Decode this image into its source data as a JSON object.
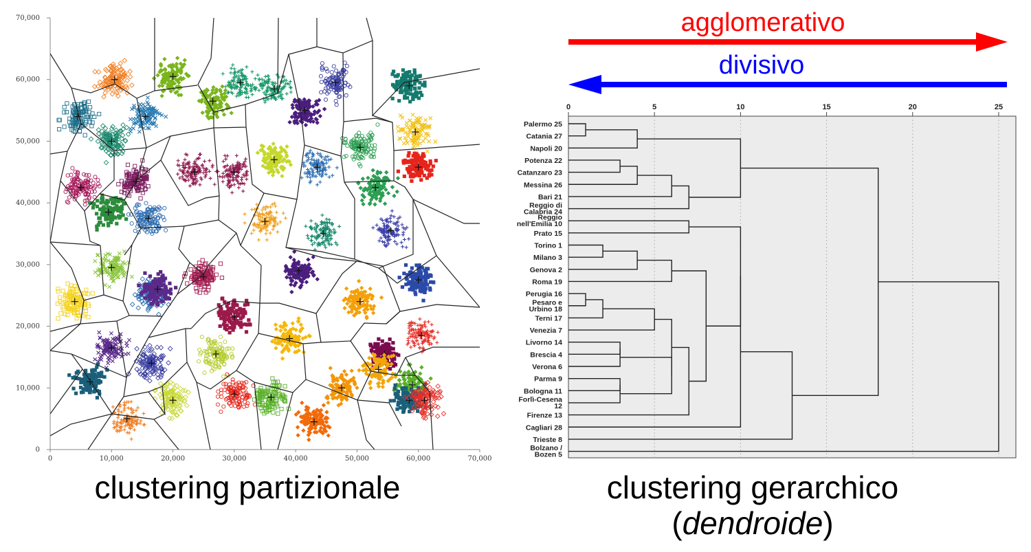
{
  "captions": {
    "left": "clustering partizionale",
    "right_line1": "clustering gerarchico",
    "right_paren_open": "(",
    "right_italic": "dendroide",
    "right_paren_close": ")"
  },
  "arrows": {
    "agglomerative_label": "agglomerativo",
    "agglomerative_color": "#ff0000",
    "divisive_label": "divisivo",
    "divisive_color": "#0000ff"
  },
  "scatter": {
    "x_ticks": [
      "0",
      "10,000",
      "20,000",
      "30,000",
      "40,000",
      "50,000",
      "60,000",
      "70,000"
    ],
    "y_ticks": [
      "0",
      "10,000",
      "20,000",
      "30,000",
      "40,000",
      "50,000",
      "60,000",
      "70,000"
    ],
    "x_range": [
      0,
      70000
    ],
    "y_range": [
      0,
      70000
    ],
    "clusters": [
      {
        "x": 10500,
        "y": 60000,
        "color": "#f07f24",
        "marker": "diamond-open"
      },
      {
        "x": 20000,
        "y": 60500,
        "color": "#7ab51d",
        "marker": "diamond"
      },
      {
        "x": 26500,
        "y": 56500,
        "color": "#7ab51d",
        "marker": "diamond"
      },
      {
        "x": 31000,
        "y": 59500,
        "color": "#1a9a6c",
        "marker": "plus"
      },
      {
        "x": 36500,
        "y": 58500,
        "color": "#1a9a6c",
        "marker": "plus"
      },
      {
        "x": 41500,
        "y": 55000,
        "color": "#4b1e7e",
        "marker": "diamond"
      },
      {
        "x": 46500,
        "y": 59500,
        "color": "#3a3fa0",
        "marker": "circle-open"
      },
      {
        "x": 58500,
        "y": 59000,
        "color": "#157a6e",
        "marker": "square"
      },
      {
        "x": 4500,
        "y": 54000,
        "color": "#1f6f8b",
        "marker": "square-open"
      },
      {
        "x": 10000,
        "y": 50000,
        "color": "#1f8a70",
        "marker": "diamond-open"
      },
      {
        "x": 15500,
        "y": 54000,
        "color": "#2a7ab0",
        "marker": "cross"
      },
      {
        "x": 36500,
        "y": 47000,
        "color": "#c5d82a",
        "marker": "diamond"
      },
      {
        "x": 43500,
        "y": 45800,
        "color": "#2f6fb3",
        "marker": "plus"
      },
      {
        "x": 50500,
        "y": 49000,
        "color": "#2e9e54",
        "marker": "circle-open"
      },
      {
        "x": 53000,
        "y": 42500,
        "color": "#2e9e54",
        "marker": "diamond"
      },
      {
        "x": 59500,
        "y": 51500,
        "color": "#f2c31b",
        "marker": "cross"
      },
      {
        "x": 60000,
        "y": 45800,
        "color": "#e6241b",
        "marker": "square"
      },
      {
        "x": 5000,
        "y": 42500,
        "color": "#a6195a",
        "marker": "circle-open"
      },
      {
        "x": 14000,
        "y": 43500,
        "color": "#7a1a5c",
        "marker": "square-open"
      },
      {
        "x": 23500,
        "y": 45000,
        "color": "#8e1a4e",
        "marker": "plus"
      },
      {
        "x": 30000,
        "y": 45000,
        "color": "#8e1a4e",
        "marker": "plus"
      },
      {
        "x": 9500,
        "y": 38500,
        "color": "#2c8c3c",
        "marker": "square"
      },
      {
        "x": 16000,
        "y": 37500,
        "color": "#2a6bb0",
        "marker": "circle-open"
      },
      {
        "x": 35000,
        "y": 37000,
        "color": "#f0a020",
        "marker": "plus"
      },
      {
        "x": 44500,
        "y": 35000,
        "color": "#1a8a70",
        "marker": "plus"
      },
      {
        "x": 55500,
        "y": 35500,
        "color": "#3a3fa8",
        "marker": "plus"
      },
      {
        "x": 10000,
        "y": 29500,
        "color": "#8cc63f",
        "marker": "cross"
      },
      {
        "x": 4000,
        "y": 24000,
        "color": "#f5d21c",
        "marker": "square-open"
      },
      {
        "x": 16500,
        "y": 25000,
        "color": "#2a6bb0",
        "marker": "diamond-open"
      },
      {
        "x": 17500,
        "y": 26000,
        "color": "#5a2a8a",
        "marker": "square"
      },
      {
        "x": 25000,
        "y": 28000,
        "color": "#a01a4e",
        "marker": "square-open"
      },
      {
        "x": 30000,
        "y": 21500,
        "color": "#9a1a4a",
        "marker": "square"
      },
      {
        "x": 40500,
        "y": 29000,
        "color": "#4b1e7e",
        "marker": "diamond"
      },
      {
        "x": 50500,
        "y": 24000,
        "color": "#f5a00a",
        "marker": "diamond"
      },
      {
        "x": 60000,
        "y": 27500,
        "color": "#2b4aa8",
        "marker": "square"
      },
      {
        "x": 60500,
        "y": 18500,
        "color": "#e6302a",
        "marker": "plus"
      },
      {
        "x": 10000,
        "y": 16500,
        "color": "#5a2a8a",
        "marker": "cross"
      },
      {
        "x": 16500,
        "y": 14000,
        "color": "#3a3fa0",
        "marker": "diamond-open"
      },
      {
        "x": 27000,
        "y": 15500,
        "color": "#b5cc2e",
        "marker": "circle-open"
      },
      {
        "x": 39000,
        "y": 18000,
        "color": "#f5b80a",
        "marker": "diamond"
      },
      {
        "x": 54500,
        "y": 15500,
        "color": "#7a0a4e",
        "marker": "square"
      },
      {
        "x": 53500,
        "y": 13000,
        "color": "#f2a60a",
        "marker": "diamond"
      },
      {
        "x": 6500,
        "y": 11000,
        "color": "#1a5f7a",
        "marker": "square"
      },
      {
        "x": 20000,
        "y": 8000,
        "color": "#c8d838",
        "marker": "diamond-open"
      },
      {
        "x": 30000,
        "y": 9000,
        "color": "#e6281e",
        "marker": "circle-open"
      },
      {
        "x": 36000,
        "y": 8500,
        "color": "#5ab02a",
        "marker": "square-open"
      },
      {
        "x": 47500,
        "y": 10000,
        "color": "#f2960a",
        "marker": "diamond"
      },
      {
        "x": 59000,
        "y": 10500,
        "color": "#5ab02a",
        "marker": "diamond"
      },
      {
        "x": 58500,
        "y": 8000,
        "color": "#1a5f7a",
        "marker": "square"
      },
      {
        "x": 61000,
        "y": 8000,
        "color": "#e6302a",
        "marker": "diamond-open"
      },
      {
        "x": 12500,
        "y": 5000,
        "color": "#f07f24",
        "marker": "plus"
      },
      {
        "x": 43000,
        "y": 4500,
        "color": "#f26a0a",
        "marker": "diamond"
      }
    ]
  },
  "dendrogram": {
    "ticks": [
      "0",
      "5",
      "10",
      "15",
      "20",
      "25"
    ],
    "tick_values": [
      0,
      5,
      10,
      15,
      20,
      25
    ],
    "range": [
      0,
      26
    ],
    "leaves": [
      [
        "Palermo 25"
      ],
      [
        "Catania 27"
      ],
      [
        "Napoli 20"
      ],
      [
        "Potenza 22"
      ],
      [
        "Catanzaro 23"
      ],
      [
        "Messina 26"
      ],
      [
        "Bari 21"
      ],
      [
        "Reggio di",
        "Calabria 24"
      ],
      [
        "Reggio",
        "nell'Emilia 10"
      ],
      [
        "Prato 15"
      ],
      [
        "Torino 1"
      ],
      [
        "Milano 3"
      ],
      [
        "Genova 2"
      ],
      [
        "Roma 19"
      ],
      [
        "Perugia 16"
      ],
      [
        "Pesaro e",
        "Urbino 18"
      ],
      [
        "Terni 17"
      ],
      [
        "Venezia 7"
      ],
      [
        "Livorno 14"
      ],
      [
        "Brescia 4"
      ],
      [
        "Verona 6"
      ],
      [
        "Parma 9"
      ],
      [
        "Bologna 11"
      ],
      [
        "Forlì-Cesena",
        "12"
      ],
      [
        "Firenze 13"
      ],
      [
        "Cagliari 28"
      ],
      [
        "Trieste 8"
      ],
      [
        "Bolzano /",
        "Bozen 5"
      ]
    ],
    "merges": [
      {
        "a": "L0",
        "b": "L1",
        "h": 1
      },
      {
        "a": "C0",
        "b": "L2",
        "h": 4
      },
      {
        "a": "L3",
        "b": "L4",
        "h": 3
      },
      {
        "a": "C2",
        "b": "L5",
        "h": 4
      },
      {
        "a": "C3",
        "b": "L6",
        "h": 6
      },
      {
        "a": "C4",
        "b": "L7",
        "h": 7
      },
      {
        "a": "C1",
        "b": "C5",
        "h": 10
      },
      {
        "a": "L10",
        "b": "L11",
        "h": 2
      },
      {
        "a": "C7",
        "b": "L12",
        "h": 4
      },
      {
        "a": "C8",
        "b": "L13",
        "h": 6
      },
      {
        "a": "L14",
        "b": "L15",
        "h": 1
      },
      {
        "a": "C10",
        "b": "L16",
        "h": 2
      },
      {
        "a": "C11",
        "b": "L17",
        "h": 5
      },
      {
        "a": "L18",
        "b": "L19",
        "h": 3
      },
      {
        "a": "C13",
        "b": "L20",
        "h": 3
      },
      {
        "a": "L21",
        "b": "L22",
        "h": 3
      },
      {
        "a": "C15",
        "b": "L23",
        "h": 3
      },
      {
        "a": "C14",
        "b": "C16",
        "h": 6
      },
      {
        "a": "C12",
        "b": "C17",
        "h": 6
      },
      {
        "a": "C18",
        "b": "L24",
        "h": 7
      },
      {
        "a": "C9",
        "b": "C19",
        "h": 8
      },
      {
        "a": "L8",
        "b": "L9",
        "h": 7
      },
      {
        "a": "C21",
        "b": "C20",
        "h": 10
      },
      {
        "a": "C22",
        "b": "L25",
        "h": 10
      },
      {
        "a": "C23",
        "b": "L26",
        "h": 13
      },
      {
        "a": "C6",
        "b": "C24",
        "h": 18
      },
      {
        "a": "C25",
        "b": "L27",
        "h": 25
      }
    ]
  }
}
